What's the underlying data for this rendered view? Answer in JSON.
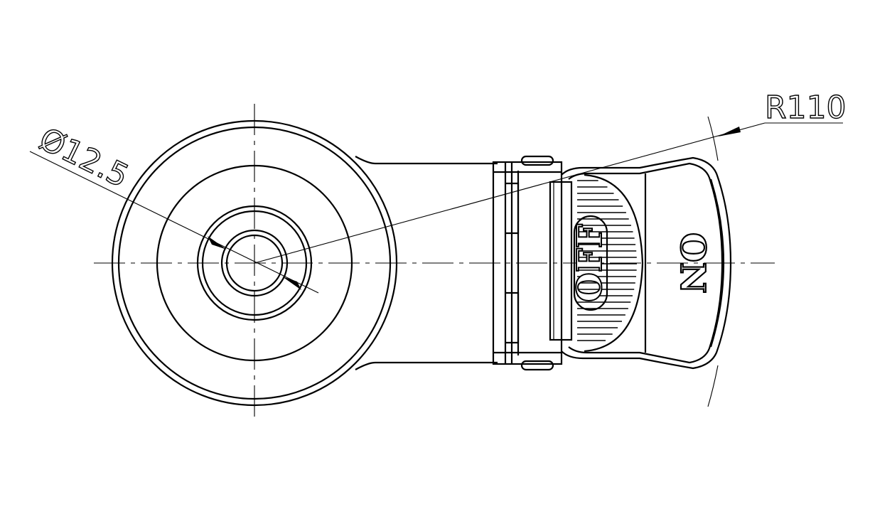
{
  "dimensions": {
    "diameter_label": "Ø12.5",
    "radius_label": "R110"
  },
  "switch_labels": {
    "off": "OFF",
    "on": "ON"
  },
  "colors": {
    "stroke": "#000000",
    "background": "#ffffff"
  }
}
